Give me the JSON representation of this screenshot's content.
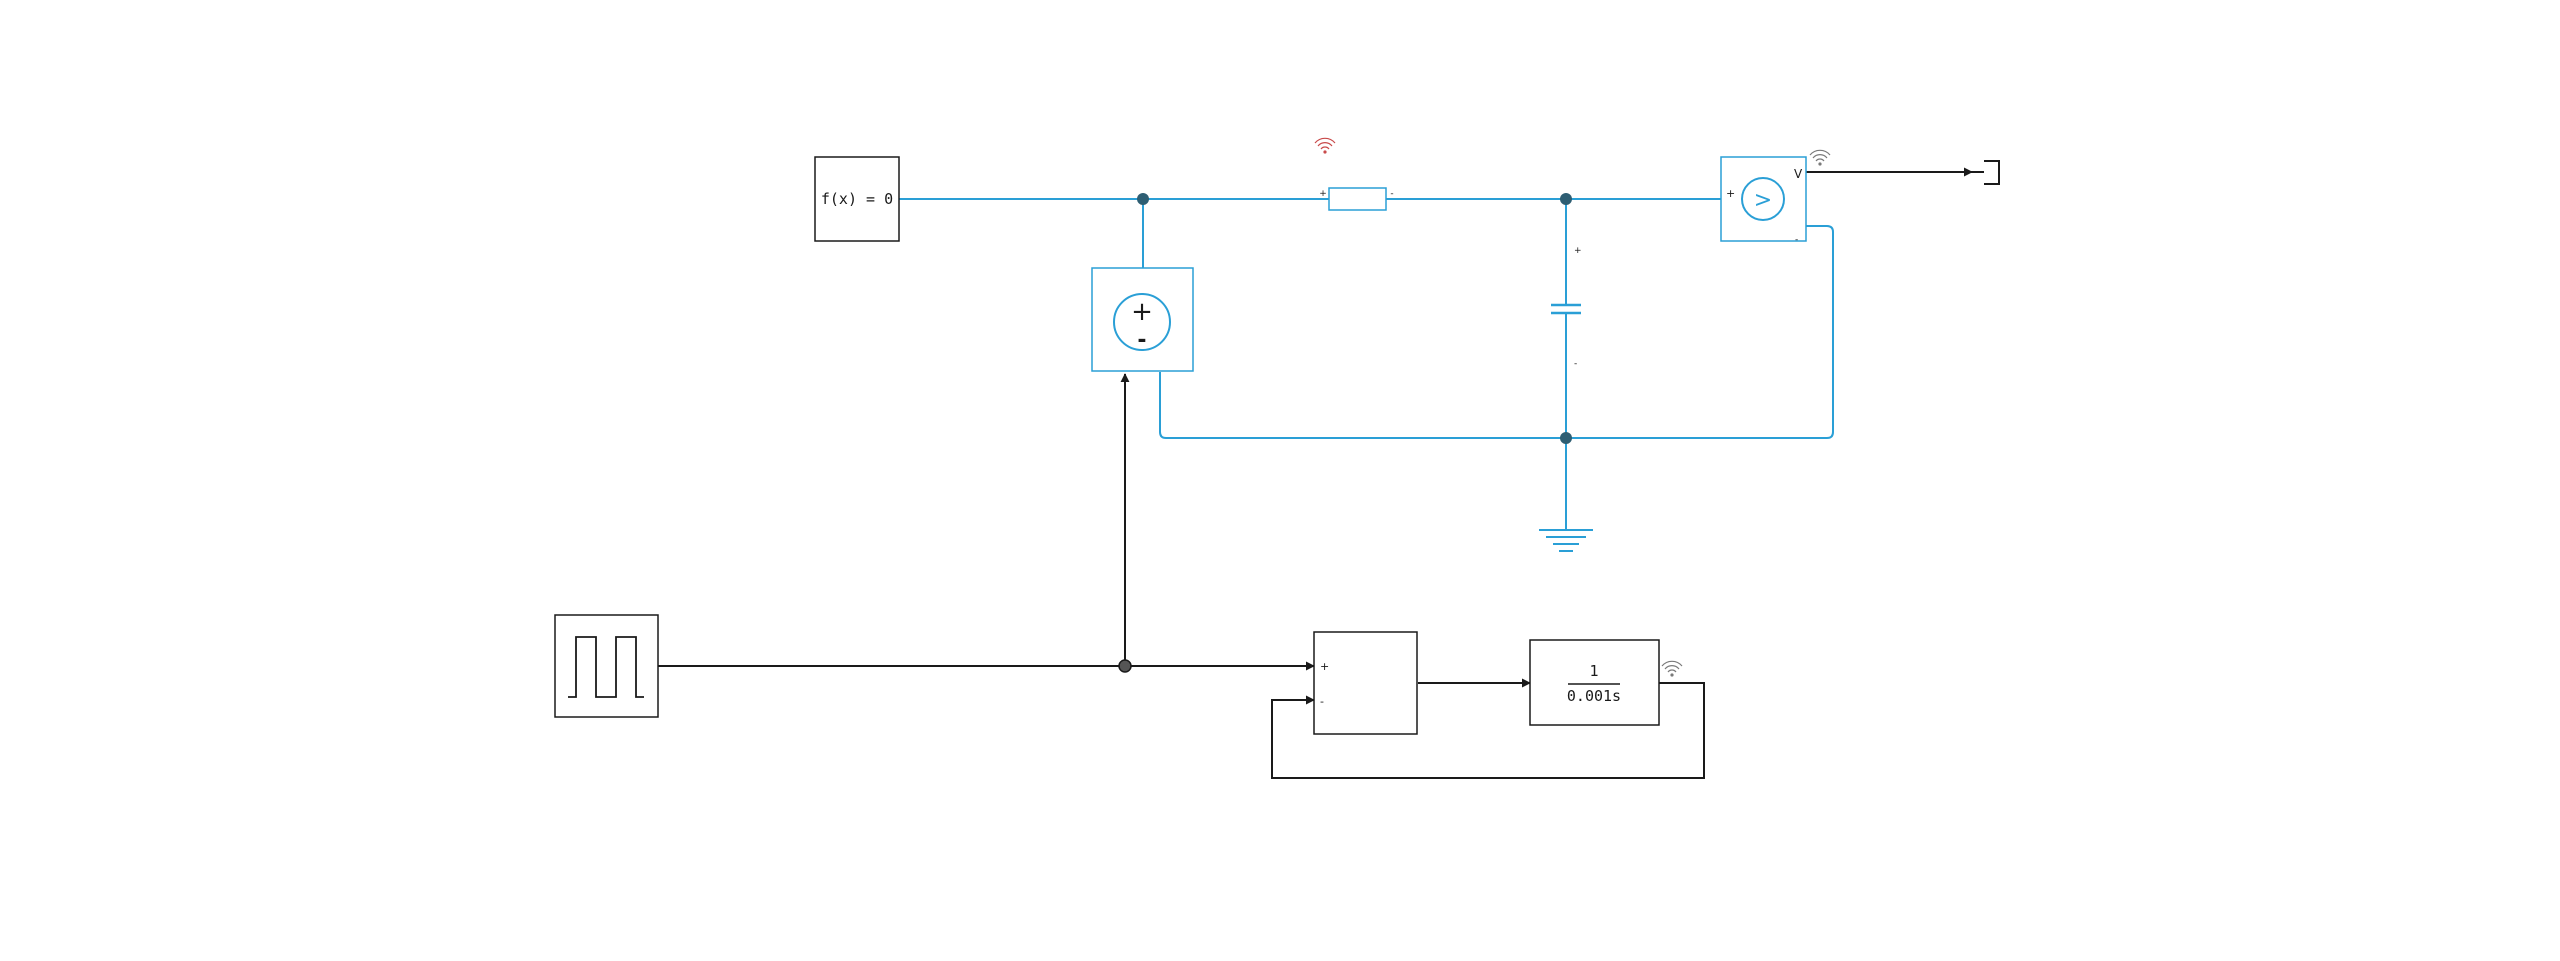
{
  "colors": {
    "physical": "#2a9fd6",
    "junction": "#2e5e73",
    "signal": "#1a1a1a",
    "block_border": "#1a1a1a",
    "signal_icon": "#c94b4b",
    "signal_icon_gray": "#7a7a7a"
  },
  "blocks": {
    "solver": {
      "label": "f(x) = 0"
    },
    "voltage_source": {
      "plus": "+",
      "minus": "-"
    },
    "resistor": {
      "pos": "+",
      "neg": "-"
    },
    "capacitor": {
      "pos": "+",
      "neg": "-"
    },
    "voltage_sensor": {
      "symbol": ">",
      "out": "V",
      "pos": "+",
      "neg": "-"
    },
    "sum": {
      "in1": "+",
      "in2": "-"
    },
    "transfer_fcn": {
      "numerator": "1",
      "denominator": "0.001s"
    }
  },
  "icons": {
    "pulse_generator": "pulse-wave-icon",
    "ground": "ground-icon",
    "terminator": "terminator-icon",
    "signal_logging": "wifi-signal-icon"
  }
}
